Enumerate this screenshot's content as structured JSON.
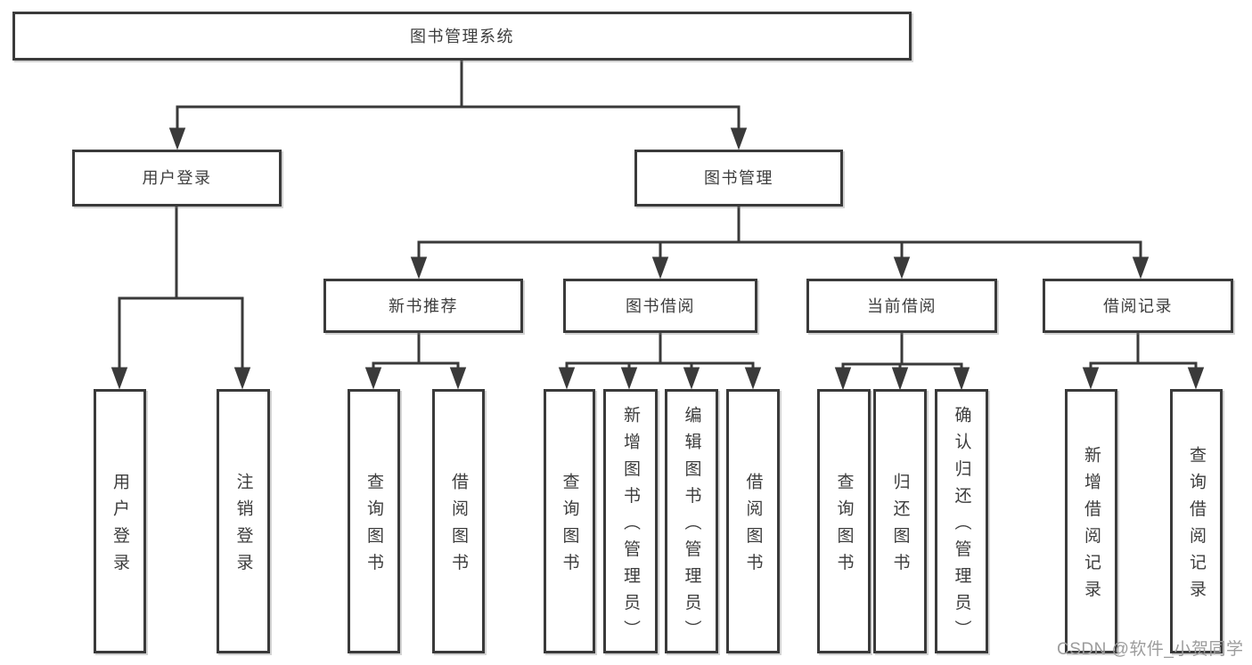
{
  "colors": {
    "line": "#3a3a3a",
    "text": "#3d3d3d",
    "box_background": "#ffffff",
    "watermark": "#9c9c9c"
  },
  "tree": {
    "root": "图书管理系统",
    "user_branch": {
      "label": "用户登录",
      "children": [
        "用户登录",
        "注销登录"
      ]
    },
    "mgmt_branch": {
      "label": "图书管理",
      "sections": [
        {
          "label": "新书推荐",
          "children": [
            "查询图书",
            "借阅图书"
          ]
        },
        {
          "label": "图书借阅",
          "children": [
            "查询图书",
            "新增图书（管理员）",
            "编辑图书（管理员）",
            "借阅图书"
          ]
        },
        {
          "label": "当前借阅",
          "children": [
            "查询图书",
            "归还图书",
            "确认归还（管理员）"
          ]
        },
        {
          "label": "借阅记录",
          "children": [
            "新增借阅记录",
            "查询借阅记录"
          ]
        }
      ]
    }
  },
  "watermark": "CSDN @软件_小贺同学"
}
